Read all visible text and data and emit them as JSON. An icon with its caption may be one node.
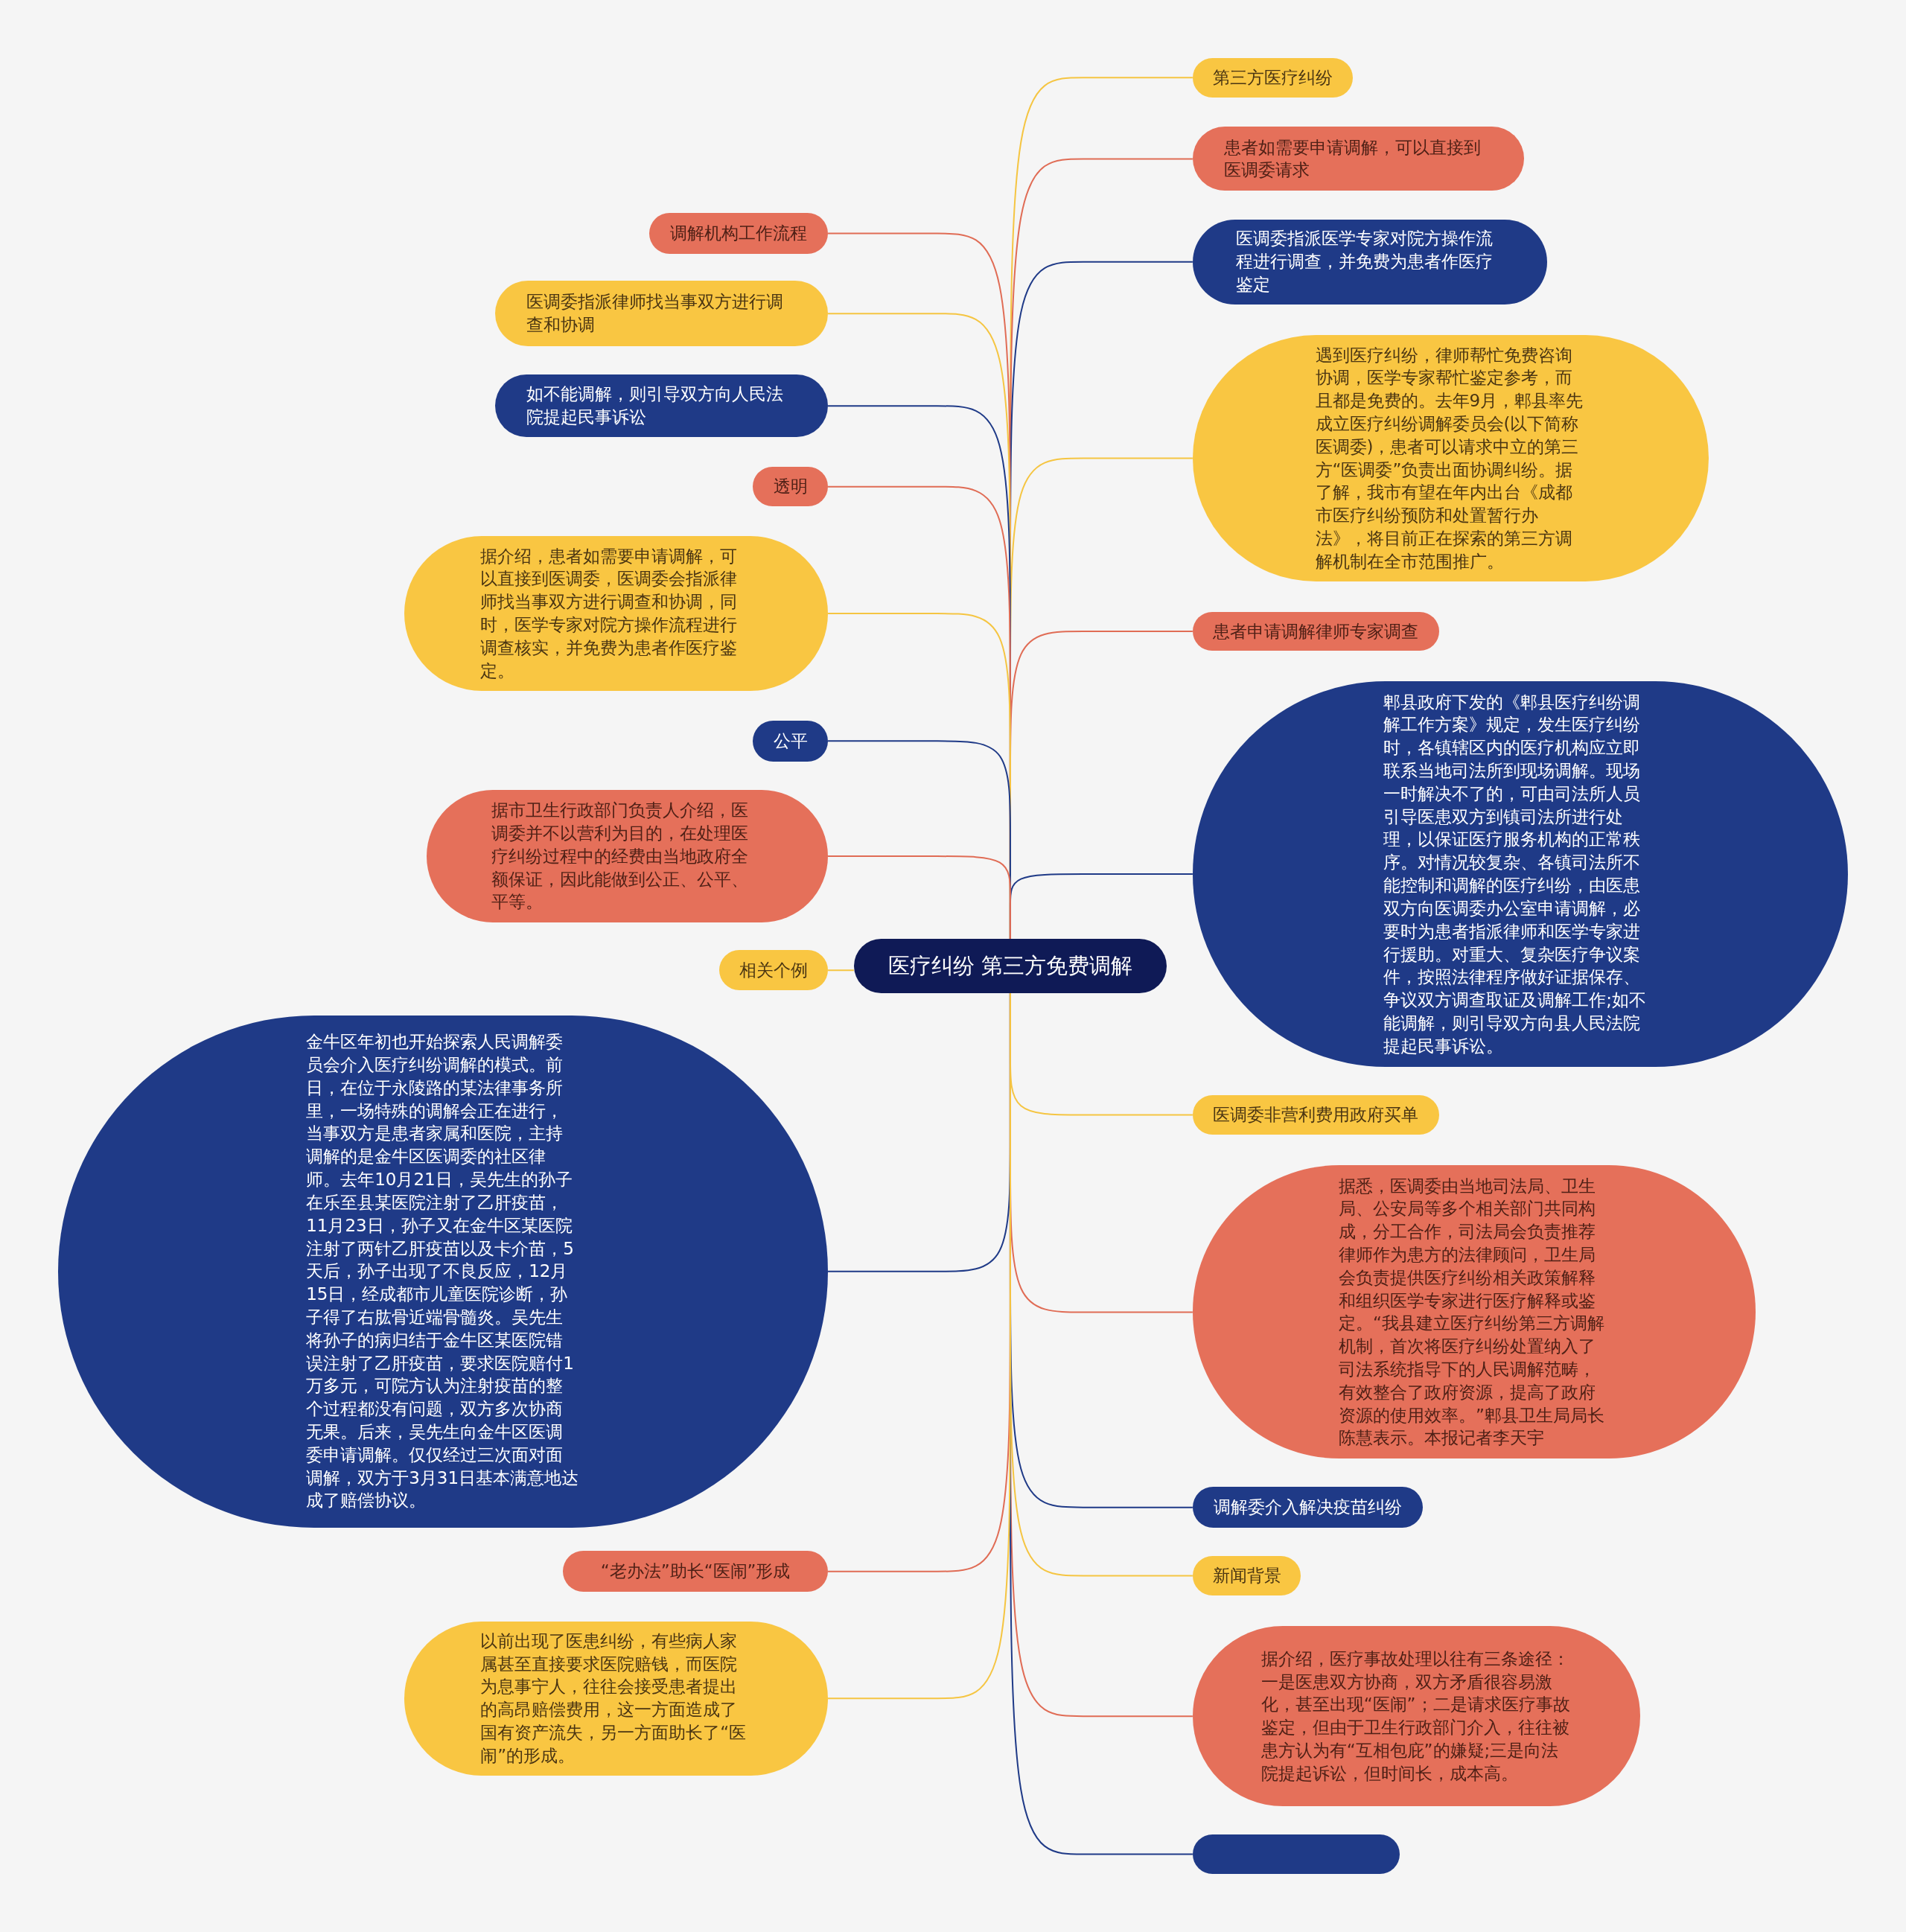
{
  "diagram": {
    "nodes": [
      {
        "text": [
          "医疗纠纷 第三方免费调解"
        ]
      },
      {
        "text": [
          "第三方医疗纠纷"
        ]
      },
      {
        "text": [
          "患者如需要申请调解，可以直接到医调委请求"
        ]
      },
      {
        "text": [
          "医调委指派医学专家对院方操作流程进行调查，并免费为患者作医疗鉴定"
        ]
      },
      {
        "text": [
          "遇到医疗纠纷，律师帮忙免费咨询协调，医学专家帮忙鉴定参考，而且都是免费的。去年9月，郫县率先成立医疗纠纷调解委员会(以下简称医调委)，患者可以请求中立的第三方“医调委”负责出面协调纠纷。据了解，我市有望在年内出台《成都市医疗纠纷预防和处置暂行办法》，将目前正在探索的第三方调解机制在全市范围推广。"
        ]
      },
      {
        "text": [
          "患者申请调解律师专家调查"
        ]
      },
      {
        "text": [
          "郫县政府下发的《郫县医疗纠纷调解工作方案》规定，发生医疗纠纷时，各镇辖区内的医疗机构应立即联系当地司法所到现场调解。现场一时解决不了的，可由司法所人员引导医患双方到镇司法所进行处理，以保证医疗服务机构的正常秩序。对情况较复杂、各镇司法所不能控制和调解的医疗纠纷，由医患双方向医调委办公室申请调解，必要时为患者指派律师和医学专家进行援助。对重大、复杂医疗争议案件，按照法律程序做好证据保存、争议双方调查取证及调解工作;如不能调解，则引导双方向县人民法院提起民事诉讼。"
        ]
      },
      {
        "text": [
          "医调委非营利费用政府买单"
        ]
      },
      {
        "text": [
          "据悉，医调委由当地司法局、卫生局、公安局等多个相关部门共同构成，分工合作，司法局会负责推荐律师作为患方的法律顾问，卫生局会负责提供医疗纠纷相关政策解释和组织医学专家进行医疗解释或鉴定。“我县建立医疗纠纷第三方调解机制，首次将医疗纠纷处置纳入了司法系统指导下的人民调解范畴，有效整合了政府资源，提高了政府资源的使用效率。”郫县卫生局局长陈慧表示。本报记者李天宇"
        ]
      },
      {
        "text": [
          "调解委介入解决疫苗纠纷"
        ]
      },
      {
        "text": [
          "新闻背景"
        ]
      },
      {
        "text": [
          "据介绍，医疗事故处理以往有三条途径：一是医患双方协商，双方矛盾很容易激化，甚至出现“医闹”；二是请求医疗事故鉴定，但由于卫生行政部门介入，往往被患方认为有“互相包庇”的嫌疑;三是向法院提起诉讼，但时间长，成本高。"
        ]
      },
      {
        "text": [],
        "shape": "box"
      },
      {
        "text": [
          "调解机构工作流程"
        ]
      },
      {
        "text": [
          "医调委指派律师找当事双方进行调查和协调"
        ]
      },
      {
        "text": [
          "如不能调解，则引导双方向人民法院提起民事诉讼"
        ]
      },
      {
        "text": [
          "透明"
        ]
      },
      {
        "text": [
          "据介绍，患者如需要申请调解，可以直接到医调委，医调委会指派律师找当事双方进行调查和协调，同时，医学专家对院方操作流程进行调查核实，并免费为患者作医疗鉴定。"
        ]
      },
      {
        "text": [
          "公平"
        ]
      },
      {
        "text": [
          "据市卫生行政部门负责人介绍，医调委并不以营利为目的，在处理医疗纠纷过程中的经费由当地政府全额保证，因此能做到公正、公平、平等。"
        ]
      },
      {
        "text": [
          "相关个例"
        ]
      },
      {
        "text": [
          "金牛区年初也开始探索人民调解委员会介入医疗纠纷调解的模式。前日，在位于永陵路的某法律事务所里，一场特殊的调解会正在进行，当事双方是患者家属和医院，主持调解的是金牛区医调委的社区律师。去年10月21日，吴先生的孙子在乐至县某医院注射了乙肝疫苗，11月23日，孙子又在金牛区某医院注射了两针乙肝疫苗以及卡介苗，5天后，孙子出现了不良反应，12月15日，经成都市儿童医院诊断，孙子得了右肱骨近端骨髓炎。吴先生将孙子的病归结于金牛区某医院错误注射了乙肝疫苗，要求医院赔付1万多元，可院方认为注射疫苗的整个过程都没有问题，双方多次协商无果。后来，吴先生向金牛区医调委申请调解。仅仅经过三次面对面调解，双方于3月31日基本满意地达成了赔偿协议。"
        ]
      },
      {
        "text": [
          "“老办法”助长“医闹”形成"
        ]
      },
      {
        "text": [
          "以前出现了医患纠纷，有些病人家属甚至直接要求医院赔钱，而医院为息事宁人，往往会接受患者提出的高昂赔偿费用，这一方面造成了国有资产流失，另一方面助长了“医闹”的形成。"
        ]
      }
    ],
    "edges": [
      {
        "from": 0,
        "to": 1,
        "arrow": "none",
        "color": "#f5c542"
      },
      {
        "from": 0,
        "to": 2,
        "arrow": "none",
        "color": "#e06c55"
      },
      {
        "from": 0,
        "to": 3,
        "arrow": "none",
        "color": "#1f3a87"
      },
      {
        "from": 0,
        "to": 4,
        "arrow": "none",
        "color": "#f5c542"
      },
      {
        "from": 0,
        "to": 5,
        "arrow": "none",
        "color": "#e06c55"
      },
      {
        "from": 0,
        "to": 6,
        "arrow": "none",
        "color": "#1f3a87"
      },
      {
        "from": 0,
        "to": 7,
        "arrow": "none",
        "color": "#f5c542"
      },
      {
        "from": 0,
        "to": 8,
        "arrow": "none",
        "color": "#e06c55"
      },
      {
        "from": 0,
        "to": 9,
        "arrow": "none",
        "color": "#1f3a87"
      },
      {
        "from": 0,
        "to": 10,
        "arrow": "none",
        "color": "#f5c542"
      },
      {
        "from": 0,
        "to": 11,
        "arrow": "none",
        "color": "#e06c55"
      },
      {
        "from": 0,
        "to": 12,
        "arrow": "none",
        "color": "#1f3a87"
      },
      {
        "from": 0,
        "to": 13,
        "arrow": "none",
        "color": "#e06c55"
      },
      {
        "from": 0,
        "to": 14,
        "arrow": "none",
        "color": "#f5c542"
      },
      {
        "from": 0,
        "to": 15,
        "arrow": "none",
        "color": "#1f3a87"
      },
      {
        "from": 0,
        "to": 16,
        "arrow": "none",
        "color": "#e06c55"
      },
      {
        "from": 0,
        "to": 17,
        "arrow": "none",
        "color": "#f5c542"
      },
      {
        "from": 0,
        "to": 18,
        "arrow": "none",
        "color": "#1f3a87"
      },
      {
        "from": 0,
        "to": 19,
        "arrow": "none",
        "color": "#e06c55"
      },
      {
        "from": 0,
        "to": 20,
        "arrow": "none",
        "color": "#f5c542"
      },
      {
        "from": 0,
        "to": 21,
        "arrow": "none",
        "color": "#1f3a87"
      },
      {
        "from": 0,
        "to": 22,
        "arrow": "none",
        "color": "#e06c55"
      },
      {
        "from": 0,
        "to": 23,
        "arrow": "none",
        "color": "#f5c542"
      }
    ]
  }
}
